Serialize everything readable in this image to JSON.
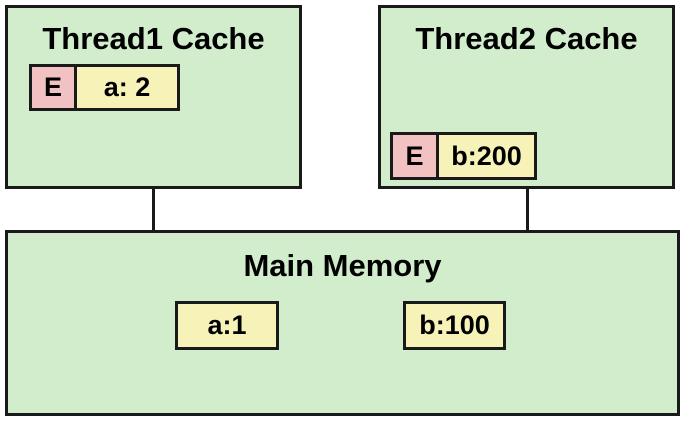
{
  "thread1": {
    "title": "Thread1 Cache",
    "line": {
      "state": "E",
      "value": "a: 2"
    }
  },
  "thread2": {
    "title": "Thread2 Cache",
    "line": {
      "state": "E",
      "value": "b:200"
    }
  },
  "main_memory": {
    "title": "Main Memory",
    "values": [
      "a:1",
      "b:100"
    ]
  },
  "colors": {
    "box_fill": "#d1edcb",
    "state_fill": "#f2c2c2",
    "value_fill": "#f7f3b8",
    "border": "#1a1a1a"
  }
}
